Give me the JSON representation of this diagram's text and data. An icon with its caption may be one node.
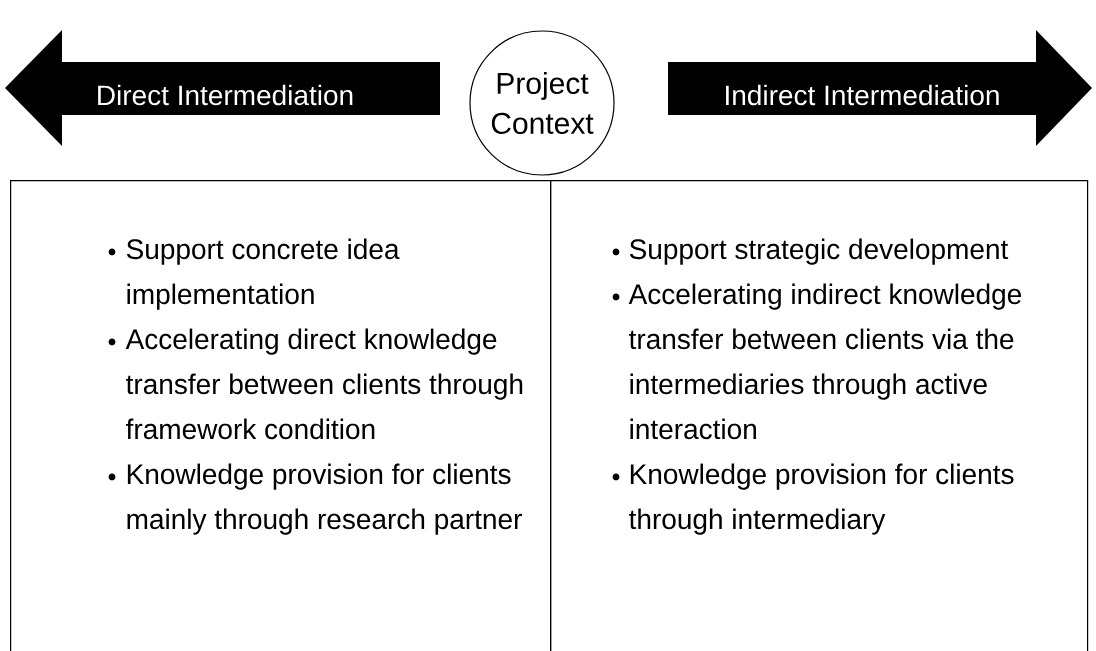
{
  "diagram": {
    "nodes": [
      {
        "text": [
          "Direct Intermediation"
        ]
      },
      {
        "text": [
          "Project Context"
        ]
      },
      {
        "text": [
          "Indirect Intermediation"
        ]
      },
      {
        "text": [
          "Support concrete idea implementation",
          "Accelerating direct knowledge transfer between clients through framework condition",
          "Knowledge provision for clients mainly through research partner"
        ]
      },
      {
        "text": [
          "Support strategic development",
          "Accelerating indirect knowledge transfer between clients via the intermediaries through active interaction",
          "Knowledge provision for clients through intermediary"
        ]
      }
    ]
  }
}
